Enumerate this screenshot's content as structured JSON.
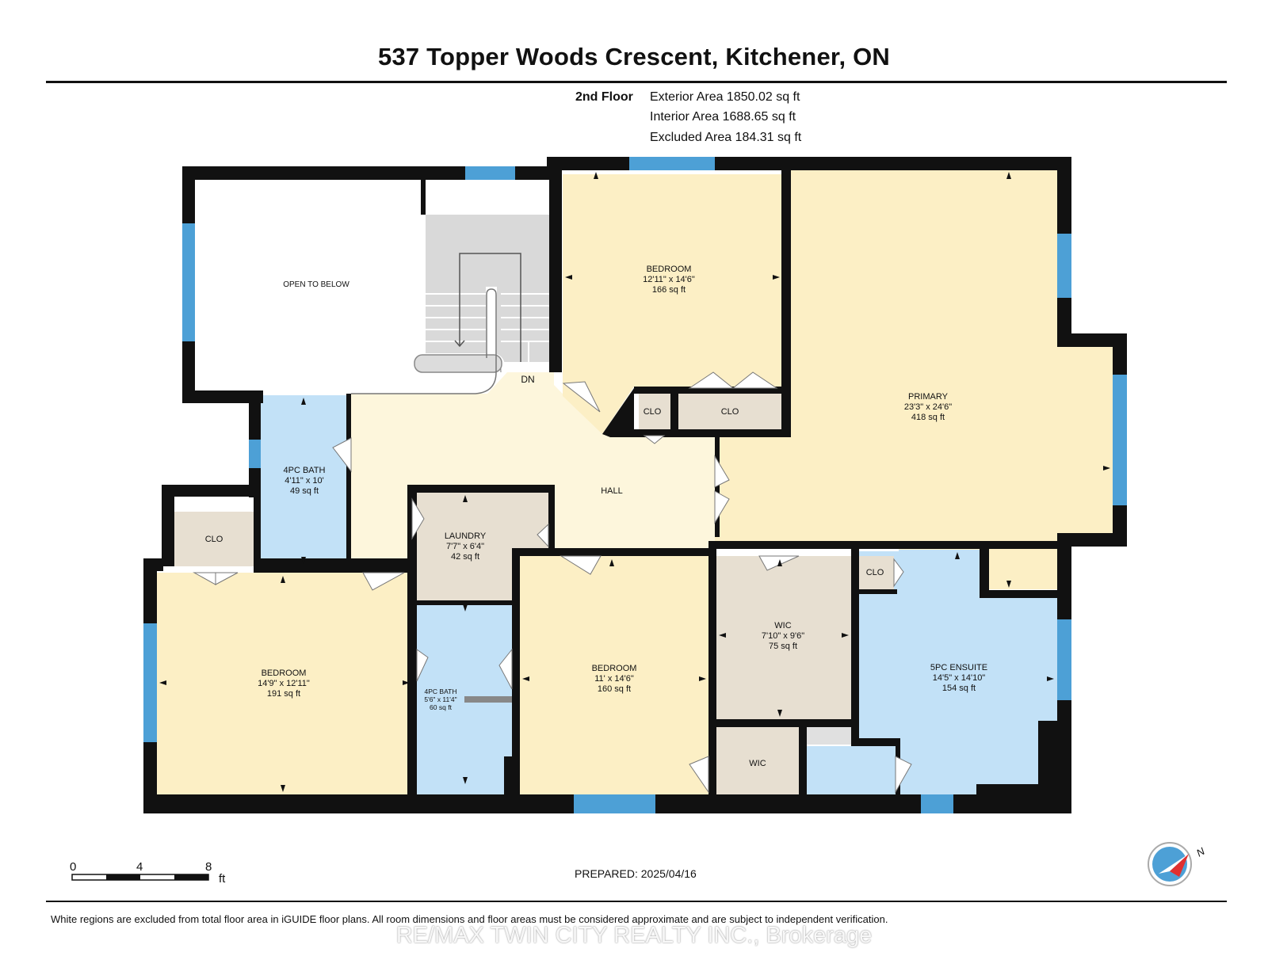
{
  "title": "537 Topper Woods Crescent, Kitchener, ON",
  "floor": {
    "name": "2nd Floor",
    "exterior_area": "Exterior Area 1850.02 sq ft",
    "interior_area": "Interior Area 1688.65 sq ft",
    "excluded_area": "Excluded Area 184.31 sq ft"
  },
  "rooms": {
    "open_to_below": "OPEN TO BELOW",
    "dn": "DN",
    "bedroom_top": {
      "name": "BEDROOM",
      "dims": "12'11\" x 14'6\"",
      "area": "166 sq ft"
    },
    "primary": {
      "name": "PRIMARY",
      "dims": "23'3\" x 24'6\"",
      "area": "418 sq ft"
    },
    "clo_small": "CLO",
    "clo_mid": "CLO",
    "bath_4pc_a": {
      "name": "4PC BATH",
      "dims": "4'11\" x 10'",
      "area": "49 sq ft"
    },
    "hall": "HALL",
    "clo_left": "CLO",
    "laundry": {
      "name": "LAUNDRY",
      "dims": "7'7\" x 6'4\"",
      "area": "42 sq ft"
    },
    "bedroom_left": {
      "name": "BEDROOM",
      "dims": "14'9\" x 12'11\"",
      "area": "191 sq ft"
    },
    "bath_4pc_b": {
      "name": "4PC BATH",
      "dims": "5'6\" x 11'4\"",
      "area": "60 sq ft"
    },
    "bedroom_mid": {
      "name": "BEDROOM",
      "dims": "11' x 14'6\"",
      "area": "160 sq ft"
    },
    "wic_upper": {
      "name": "WIC",
      "dims": "7'10\" x 9'6\"",
      "area": "75 sq ft"
    },
    "wic_lower": "WIC",
    "clo_ensuite": "CLO",
    "ensuite": {
      "name": "5PC ENSUITE",
      "dims": "14'5\" x 14'10\"",
      "area": "154 sq ft"
    }
  },
  "scale": {
    "labels": [
      "0",
      "4",
      "8"
    ],
    "unit": "ft"
  },
  "prepared": "PREPARED: 2025/04/16",
  "disclaimer": "White regions are excluded from total floor area in iGUIDE floor plans. All room dimensions and floor areas must be considered approximate and are subject to independent verification.",
  "watermark": "RE/MAX TWIN CITY REALTY INC., Brokerage",
  "compass": {
    "north_label": "N"
  },
  "colors": {
    "bedroom": "#fcefc5",
    "hall": "#fdf6dc",
    "bath": "#c2e1f7",
    "closet": "#e7dfd1",
    "stairs": "#d8d8d8",
    "wall": "#111111",
    "window": "#4da0d6"
  }
}
